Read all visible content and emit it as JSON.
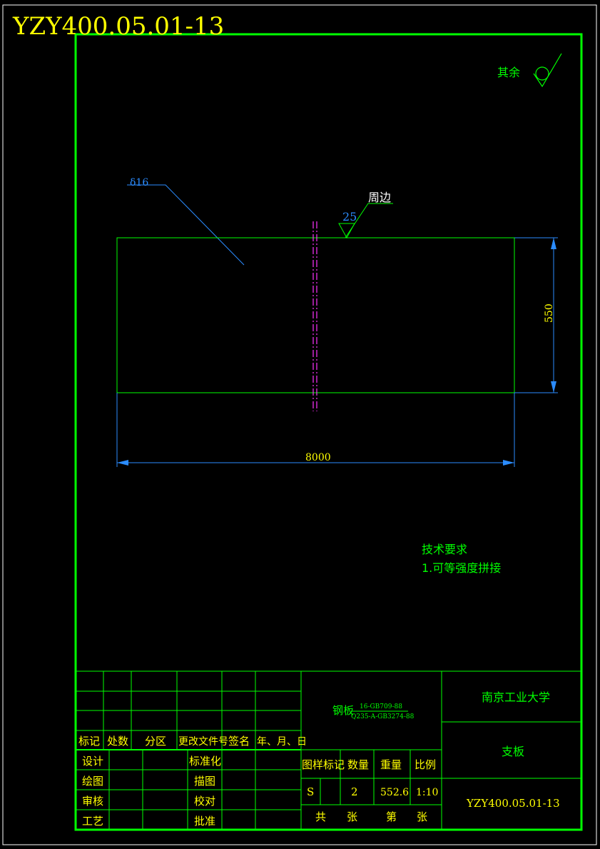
{
  "drawing_number_top": "YZY400.05.01-13",
  "surface_finish": {
    "label": "其余"
  },
  "annotations": {
    "thickness": "δ16",
    "weld_size": "25",
    "weld_note": "周边"
  },
  "dimensions": {
    "height": "550",
    "length": "8000"
  },
  "tech_requirements": {
    "title": "技术要求",
    "item1": "1.可等强度拼接"
  },
  "title_block": {
    "revision_headers": [
      "标记",
      "处数",
      "分区",
      "更改文件号",
      "签名",
      "年、月、日"
    ],
    "role_labels_left": [
      "设计",
      "绘图",
      "审核",
      "工艺"
    ],
    "role_labels_mid": [
      "标准化",
      "描图",
      "校对",
      "批准"
    ],
    "material_name": "钢板",
    "material_spec_top": "16-GB709-88",
    "material_spec_bottom": "Q235-A-GB3274-88",
    "company": "南京工业大学",
    "part_name": "支板",
    "drawing_number": "YZY400.05.01-13",
    "info_headers": [
      "图样标记",
      "数量",
      "重量",
      "比例"
    ],
    "info_values": [
      "S",
      "",
      "2",
      "552.6",
      "1:10"
    ],
    "sheet_labels": [
      "共",
      "张",
      "第",
      "张"
    ]
  }
}
